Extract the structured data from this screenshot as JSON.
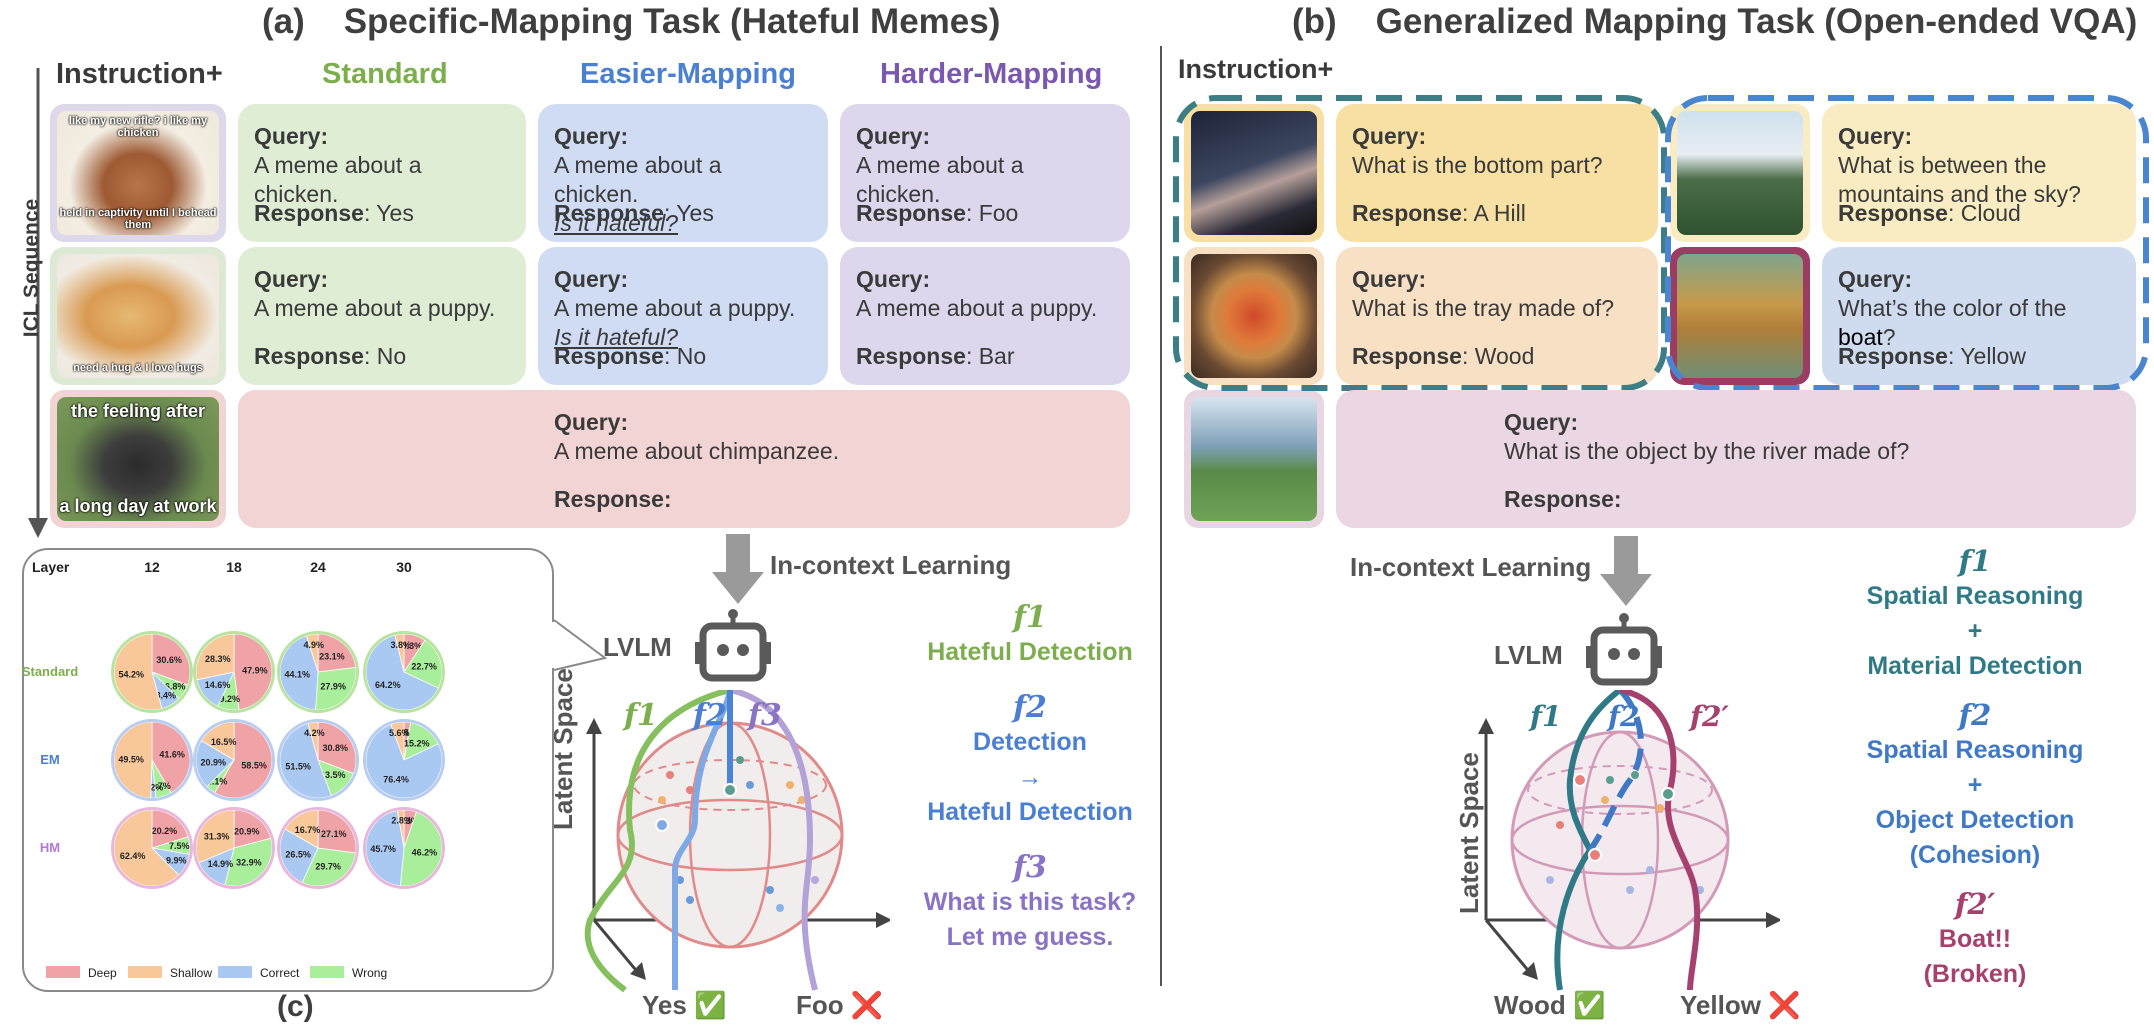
{
  "panel_a": {
    "label": "(a)",
    "title": "Specific-Mapping Task (Hateful Memes)",
    "instruction_header": "Instruction+",
    "sequence_label": "ICL Sequence",
    "columns": {
      "standard": "Standard",
      "easier": "Easier-Mapping",
      "harder": "Harder-Mapping"
    },
    "memes": [
      {
        "top": "like my new rifle? i like my chicken",
        "bottom": "held in captivity until I behead them"
      },
      {
        "top": "",
        "bottom": "need a hug & I love hugs"
      },
      {
        "top": "the feeling after",
        "bottom": "a long day at work"
      }
    ],
    "query_label": "Query:",
    "response_label": "Response",
    "hateful_prompt": "Is it hateful?",
    "rows": [
      {
        "text": "A meme about a chicken.",
        "standard_resp": ": Yes",
        "easier_resp": ": Yes",
        "harder_resp": ": Foo"
      },
      {
        "text": "A meme about a puppy.",
        "standard_resp": ": No",
        "easier_resp": ": No",
        "harder_resp": ": Bar"
      }
    ],
    "final_query": "A meme about chimpanzee.",
    "final_response": "Response:",
    "icl_label": "In-context Learning",
    "lvlm_label": "LVLM",
    "latent_label": "Latent Space",
    "fn_labels": {
      "f1": "f1",
      "f2": "f2",
      "f3": "f3"
    },
    "outputs": {
      "yes": "Yes",
      "foo": "Foo"
    },
    "legend": {
      "f1_title": "f1",
      "f1_desc": "Hateful Detection",
      "f2_title": "f2",
      "f2_line1": "Detection",
      "f2_arrow": "→",
      "f2_line2": "Hateful Detection",
      "f3_title": "f3",
      "f3_line1": "What is this task?",
      "f3_line2": "Let me guess."
    }
  },
  "panel_b": {
    "label": "(b)",
    "title": "Generalized Mapping Task (Open-ended VQA)",
    "instruction_header": "Instruction+",
    "query_label": "Query:",
    "response_label": "Response",
    "boxes": [
      {
        "text": "What is the bottom part?",
        "resp": ": A Hill"
      },
      {
        "text": "What is between the mountains and the sky?",
        "resp": ": Cloud"
      },
      {
        "text": "What is the tray made of?",
        "resp": ": Wood"
      },
      {
        "text": "What’s the color of the ",
        "emph": "boat",
        "after": "?",
        "resp": ": Yellow"
      }
    ],
    "final_query": "What is the object by the river made of?",
    "final_response": "Response:",
    "icl_label": "In-context Learning",
    "lvlm_label": "LVLM",
    "latent_label": "Latent Space",
    "fn_labels": {
      "f1": "f1",
      "f2": "f2",
      "f2p": "f2′"
    },
    "outputs": {
      "wood": "Wood",
      "yellow": "Yellow"
    },
    "legend": {
      "f1_title": "f1",
      "f1_line1": "Spatial Reasoning",
      "f1_plus": "+",
      "f1_line2": "Material Detection",
      "f2_title": "f2",
      "f2_line1": "Spatial Reasoning",
      "f2_plus": "+",
      "f2_line2": "Object Detection",
      "f2_line3": "(Cohesion)",
      "f2p_title": "f2′",
      "f2p_line1": "Boat!!",
      "f2p_line2": "(Broken)"
    }
  },
  "panel_c": {
    "label": "(c)",
    "layer_header": "Layer",
    "layers": [
      "12",
      "18",
      "24",
      "30"
    ],
    "rows": [
      "Standard",
      "EM",
      "HM"
    ],
    "legend": [
      "Deep",
      "Shallow",
      "Correct",
      "Wrong"
    ]
  },
  "colors": {
    "deep": "#f0a3a6",
    "shallow": "#f8c89a",
    "correct": "#a9c8f2",
    "wrong": "#a9ee9a",
    "standard": "#7cae4e",
    "easier": "#4a7fd1",
    "harder": "#7a58b0",
    "f1_b": "#2f7a86",
    "f2_b": "#3f79c6",
    "f2p_b": "#a6406e"
  },
  "chart_data": {
    "type": "pie",
    "categories": [
      "Deep",
      "Shallow",
      "Correct",
      "Wrong"
    ],
    "pies": [
      {
        "row": "Standard",
        "layer": "12",
        "values": [
          30.6,
          54.2,
          8.4,
          6.8
        ]
      },
      {
        "row": "Standard",
        "layer": "18",
        "values": [
          47.9,
          28.3,
          14.6,
          9.2
        ]
      },
      {
        "row": "Standard",
        "layer": "24",
        "values": [
          23.1,
          4.9,
          44.1,
          27.9
        ]
      },
      {
        "row": "Standard",
        "layer": "30",
        "values": [
          9.3,
          3.8,
          64.2,
          22.7
        ]
      },
      {
        "row": "EM",
        "layer": "12",
        "values": [
          41.6,
          49.5,
          2.2,
          6.7
        ]
      },
      {
        "row": "EM",
        "layer": "18",
        "values": [
          58.5,
          16.5,
          20.9,
          4.1
        ]
      },
      {
        "row": "EM",
        "layer": "24",
        "values": [
          30.8,
          4.2,
          51.5,
          13.5
        ]
      },
      {
        "row": "EM",
        "layer": "30",
        "values": [
          2.8,
          5.6,
          76.4,
          15.2
        ]
      },
      {
        "row": "HM",
        "layer": "12",
        "values": [
          20.2,
          62.4,
          9.9,
          7.5
        ]
      },
      {
        "row": "HM",
        "layer": "18",
        "values": [
          20.9,
          31.3,
          14.9,
          32.9
        ]
      },
      {
        "row": "HM",
        "layer": "24",
        "values": [
          27.1,
          16.7,
          26.5,
          29.7
        ]
      },
      {
        "row": "HM",
        "layer": "30",
        "values": [
          5.3,
          2.8,
          45.7,
          46.2
        ]
      }
    ]
  }
}
